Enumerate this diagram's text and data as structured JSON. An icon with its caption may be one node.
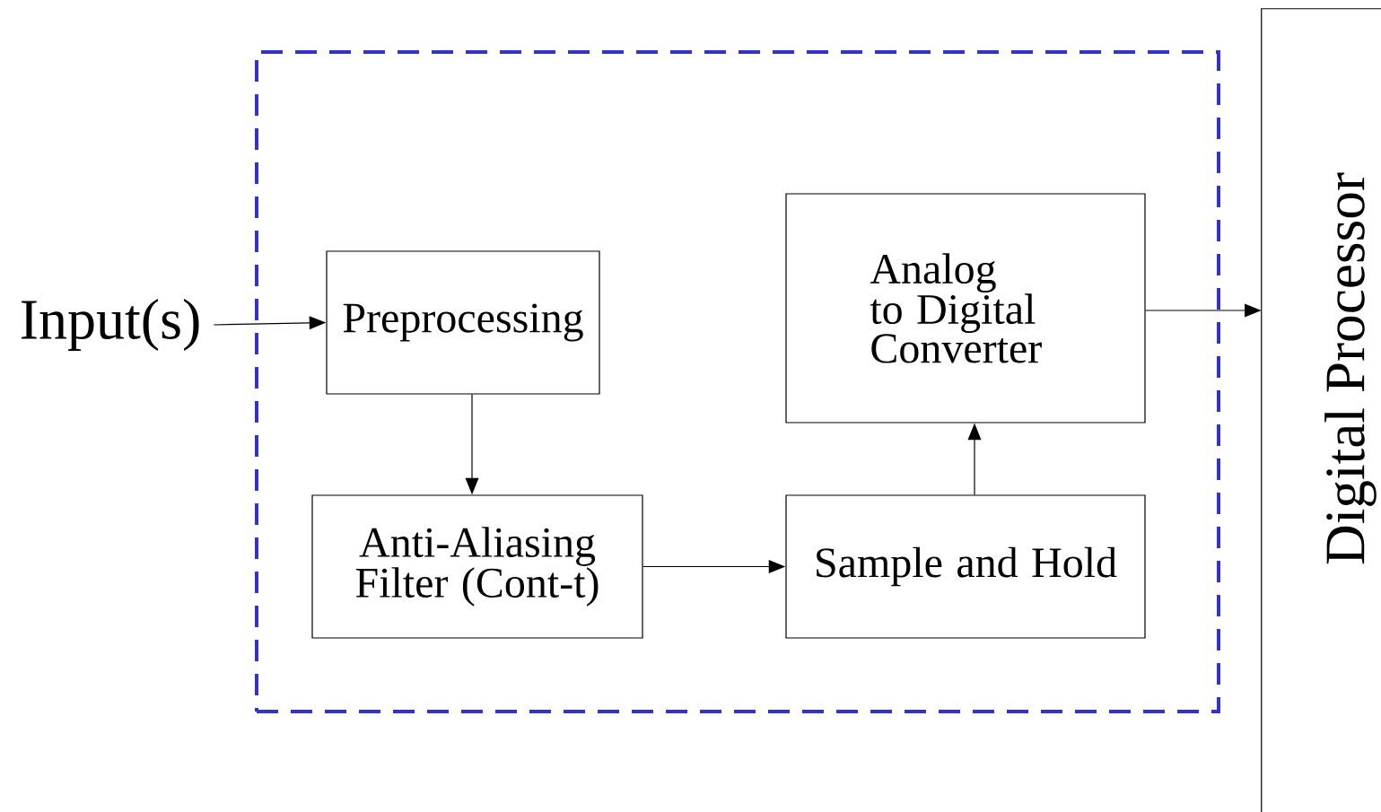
{
  "diagram": {
    "nodes": [
      {
        "text": [
          "Input(s)"
        ]
      },
      {
        "text": [],
        "shape": "box"
      },
      {
        "text": [
          "Preprocessing"
        ],
        "in": 1
      },
      {
        "text": [
          "Anti-Aliasing Filter (Cont-t)"
        ],
        "in": 1
      },
      {
        "text": [
          "Sample and Hold"
        ],
        "in": 1
      },
      {
        "text": [
          "Analog to Digital Converter"
        ],
        "in": 1
      },
      {
        "text": [
          "Digital Processor"
        ]
      }
    ],
    "edges": [
      {
        "from": 0,
        "to": 2,
        "arrow": "to"
      },
      {
        "from": 2,
        "to": 3,
        "arrow": "to"
      },
      {
        "from": 3,
        "to": 4,
        "arrow": "to"
      },
      {
        "from": 4,
        "to": 5,
        "arrow": "to"
      },
      {
        "from": 5,
        "to": 6,
        "arrow": "to"
      }
    ]
  }
}
